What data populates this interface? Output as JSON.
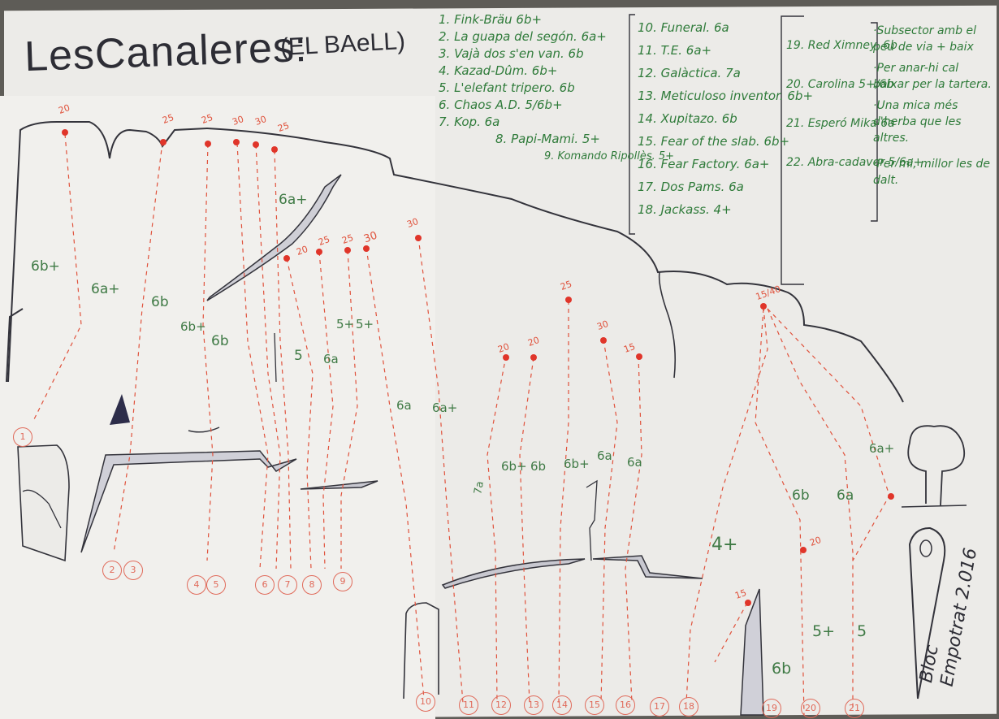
{
  "title": {
    "main": "LesCanaleres:",
    "sub": "(EL BAeLL)"
  },
  "legend": {
    "col1": [
      "1. Fink-Bräu 6b+",
      "2. La guapa del segón. 6a+",
      "3. Vajà dos s'en van. 6b",
      "4. Kazad-Dûm. 6b+",
      "5. L'elefant tripero. 6b",
      "6. Chaos A.D. 5/6b+",
      "7. Kop. 6a",
      "8. Papi-Mami. 5+",
      "9. Komando Ripollès. 5+"
    ],
    "col2": [
      "10. Funeral. 6a",
      "11. T.E. 6a+",
      "12. Galàctica. 7a",
      "13. Meticuloso inventor. 6b+",
      "14. Xupitazo. 6b",
      "15. Fear of the slab. 6b+",
      "16. Fear Factory. 6a+",
      "17. Dos Pams. 6a",
      "18. Jackass. 4+"
    ],
    "col3": [
      "19. Red Ximney. 6b",
      "20. Carolina 5+/6b",
      "21. Esperó Mika 6a",
      "22. Abra-cadaver 5/6a+"
    ]
  },
  "notes": [
    "·Subsector amb el peu de via + baix",
    "·Per anar-hi cal baixar per la tartera.",
    "·Una mica més d'herba que les altres.",
    "·Per mi, millor les de dalt."
  ],
  "grades": {
    "g1": "6b+",
    "g2": "6a+",
    "g3": "6b",
    "g4": "6b+",
    "g5": "6b",
    "g6": "6a+",
    "g7": "5",
    "g8": "6a",
    "g9": "5+",
    "g10": "5+",
    "g11": "6a",
    "g12": "6a+",
    "g13": "7a",
    "g14": "6b+",
    "g15": "6b",
    "g16": "6b+",
    "g17": "6a",
    "g18": "6a",
    "g19": "4+",
    "g20": "6b",
    "g21": "6a",
    "g22": "6a+",
    "g23": "5+",
    "g24": "5",
    "g25": "6b"
  },
  "heights": {
    "h1": "20",
    "h2": "25",
    "h3": "25",
    "h4": "30",
    "h5": "30",
    "h6": "25",
    "h7": "20",
    "h8": "25",
    "h9": "25",
    "h10": "30",
    "h11": "30",
    "h12": "25",
    "h13": "20",
    "h14": "20",
    "h15": "30",
    "h16": "15",
    "h17": "15/40",
    "h18": "20",
    "h19": "15"
  },
  "route_numbers": [
    "1",
    "2",
    "3",
    "4",
    "5",
    "6",
    "7",
    "8",
    "9",
    "10",
    "11",
    "12",
    "13",
    "14",
    "15",
    "16",
    "17",
    "18",
    "19",
    "20",
    "21"
  ],
  "signature": {
    "bloc": "Bloc",
    "name": "Empotrat 2.016"
  },
  "colors": {
    "ink": "#2d2d35",
    "route": "#e0523c",
    "green": "#3f7a45",
    "paper": "#ecebe8"
  }
}
